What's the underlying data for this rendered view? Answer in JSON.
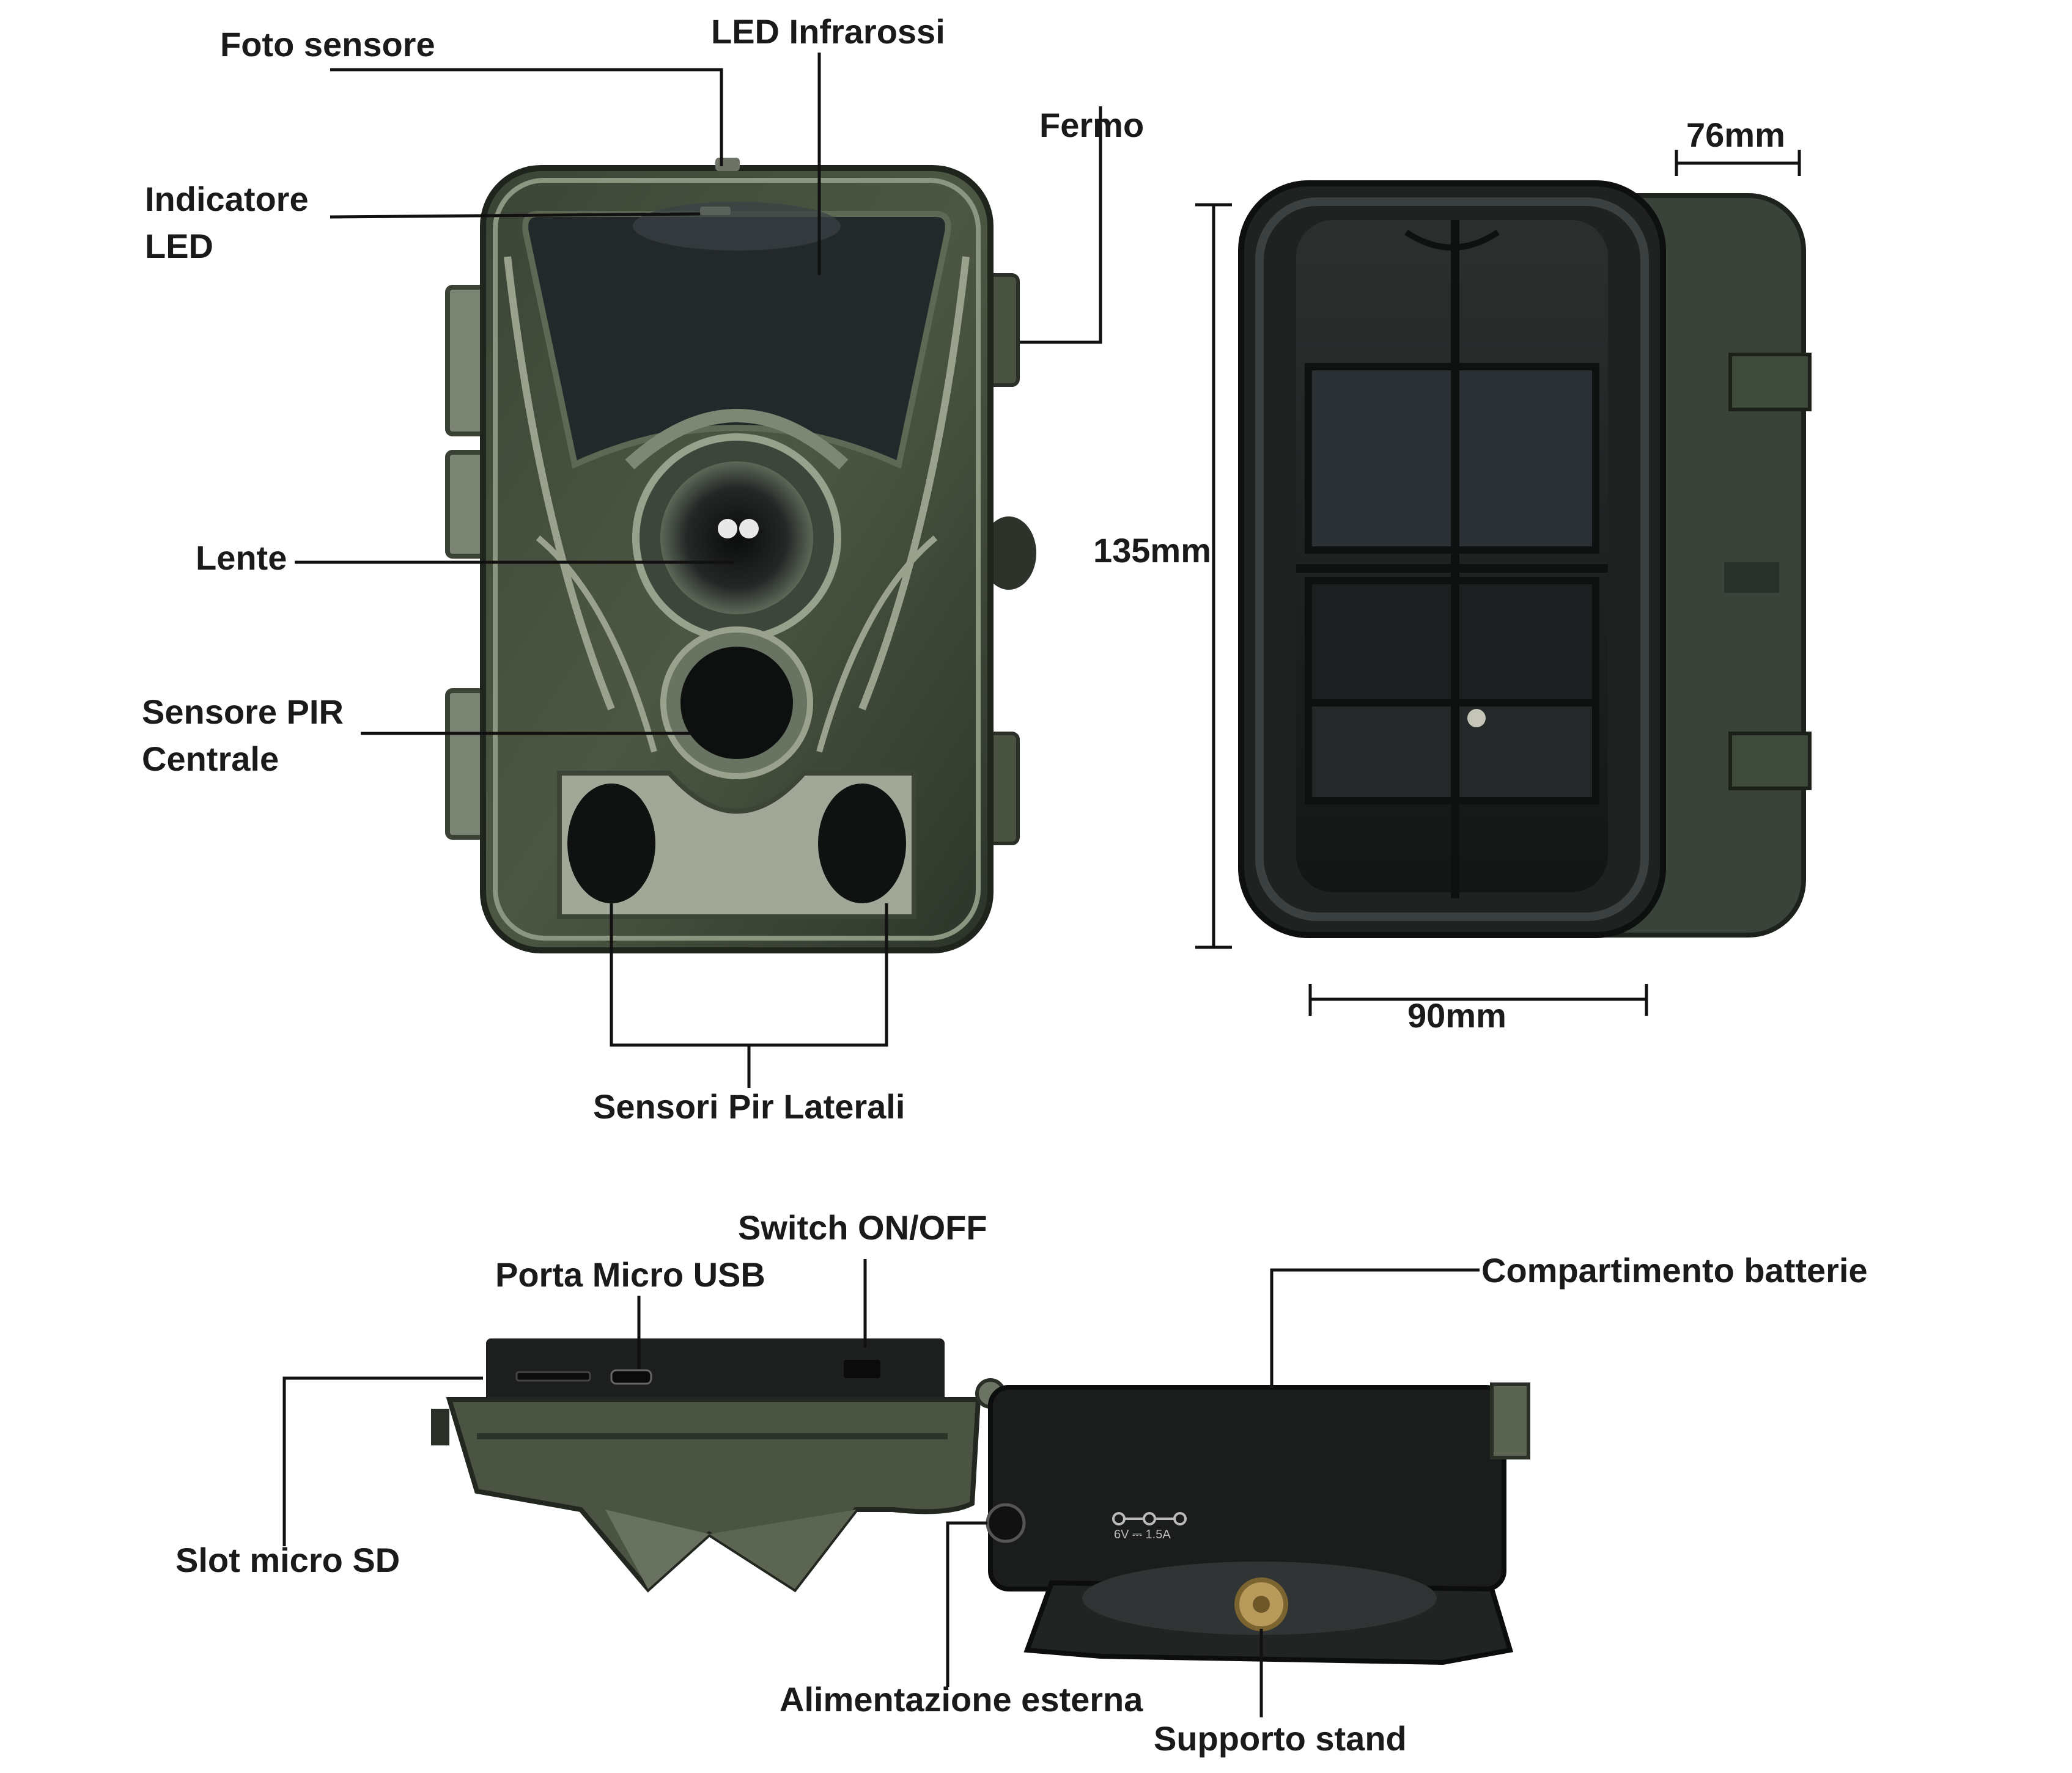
{
  "labels": {
    "foto_sensore": "Foto sensore",
    "led_infrarossi": "LED Infrarossi",
    "indicatore_led_line1": "Indicatore",
    "indicatore_led_line2": "LED",
    "fermo": "Fermo",
    "lente": "Lente",
    "sensore_pir_line1": "Sensore PIR",
    "sensore_pir_line2": "Centrale",
    "sensori_pir_laterali": "Sensori Pir Laterali",
    "switch_on_off": "Switch ON/OFF",
    "porta_micro_usb": "Porta Micro USB",
    "compartimento_batterie": "Compartimento batterie",
    "slot_micro_sd": "Slot micro SD",
    "alimentazione_esterna": "Alimentazione esterna",
    "supporto_stand": "Supporto stand",
    "port_marking": "6V ⎓ 1.5A"
  },
  "dimensions": {
    "depth": "76mm",
    "height": "135mm",
    "width": "90mm"
  },
  "colors": {
    "camo_dark": "#2f3a2c",
    "camo_mid": "#4f5a45",
    "camo_light": "#8a937c",
    "body_black": "#1e1f1f",
    "leader": "#111111",
    "brass": "#b89a5a"
  }
}
